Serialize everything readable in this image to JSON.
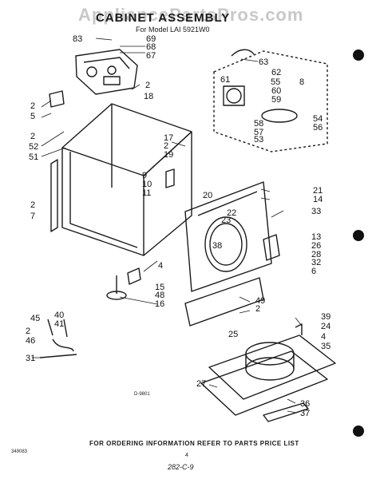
{
  "header": {
    "watermark": "AppliancePartsPros.com",
    "title": "CABINET ASSEMBLY",
    "model": "For Model LAI 5921W0"
  },
  "footer": {
    "ordering_note": "FOR ORDERING INFORMATION REFER TO PARTS PRICE LIST",
    "doc_number": "349083",
    "page_number": "4",
    "page_code": "282-C-9",
    "figure_ref": "D-9801"
  },
  "callouts": [
    "83",
    "69",
    "68",
    "67",
    "2",
    "18",
    "2",
    "5",
    "2",
    "52",
    "51",
    "17",
    "2",
    "19",
    "63",
    "62",
    "61",
    "55",
    "60",
    "59",
    "8",
    "58",
    "57",
    "53",
    "54",
    "56",
    "9",
    "10",
    "11",
    "20",
    "21",
    "14",
    "22",
    "23",
    "33",
    "38",
    "13",
    "26",
    "28",
    "32",
    "6",
    "2",
    "7",
    "4",
    "15",
    "48",
    "16",
    "49",
    "2",
    "45",
    "40",
    "41",
    "2",
    "46",
    "31",
    "25",
    "39",
    "24",
    "4",
    "35",
    "27",
    "36",
    "37"
  ]
}
